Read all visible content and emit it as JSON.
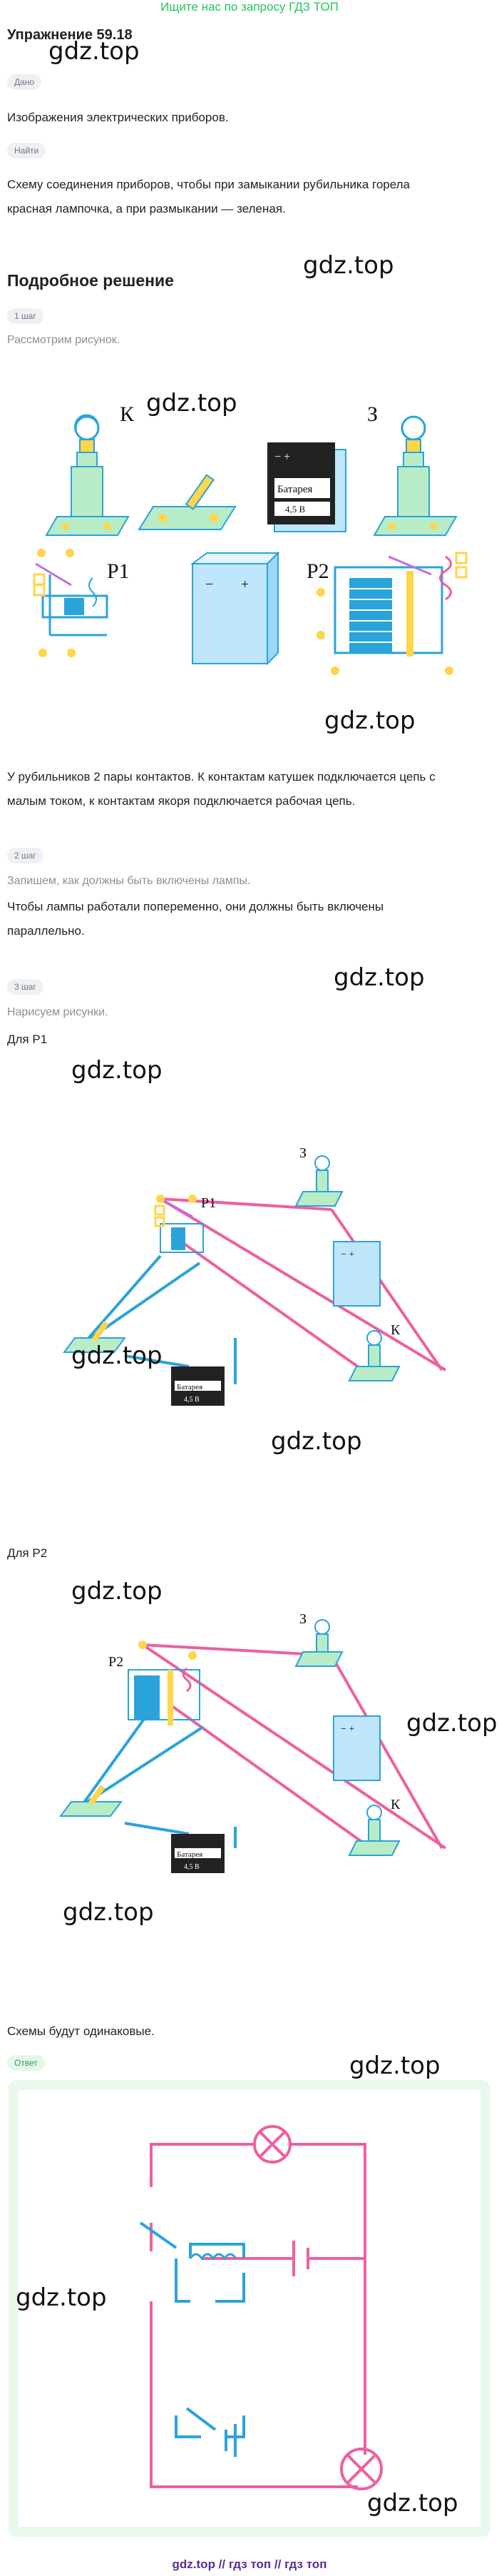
{
  "ad_link": "Ищите нас по запросу ГДЗ ТОП",
  "title": "Упражнение 59.18",
  "watermark": "gdz.top",
  "given": {
    "label": "Дано",
    "text": "Изображения электрических приборов."
  },
  "find": {
    "label": "Найти",
    "lines": [
      "Схему соединения приборов, чтобы при замыкании рубильника горела",
      "красная лампочка, а при размыкании — зеленая."
    ]
  },
  "solution_title": "Подробное решение",
  "steps": [
    {
      "label": "1 шаг",
      "title": "Рассмотрим рисунок.",
      "lines": [
        "У рубильников 2 пары контактов. К контактам катушек подключается цепь с",
        "малым током, к контактам якоря подключается рабочая цепь."
      ]
    },
    {
      "label": "2 шаг",
      "title": "Запишем, как должны быть включены лампы.",
      "lines": [
        "Чтобы лампы работали попеременно, они должны быть включены",
        "параллельно."
      ]
    },
    {
      "label": "3 шаг",
      "title": "Нарисуем рисунки.",
      "caption_p1": "Для Р1",
      "caption_p2": "Для Р2",
      "final_text": "Схемы будут одинаковые."
    }
  ],
  "figure1": {
    "label_k": "К",
    "label_z": "З",
    "label_p1": "Р1",
    "label_p2": "Р2",
    "battery_label": "Батарея",
    "battery_voltage": "4,5 В"
  },
  "figure2": {
    "label_z": "З",
    "label_k": "К",
    "label_relay": "Р1",
    "battery_label": "Батарея",
    "battery_voltage": "4,5 В"
  },
  "figure3": {
    "label_z": "З",
    "label_k": "К",
    "label_relay": "Р2",
    "battery_label": "Батарея",
    "battery_voltage": "4,5 В"
  },
  "answer_label": "Ответ",
  "footer": "gdz.top  //  гдз топ  //  гдз топ",
  "colors": {
    "accent_green": "#22c55e",
    "wire_pink": "#ee5fa0",
    "wire_blue": "#2aa3db",
    "device_green": "#b8ecc6",
    "battery_blue": "#bfe6fb"
  }
}
